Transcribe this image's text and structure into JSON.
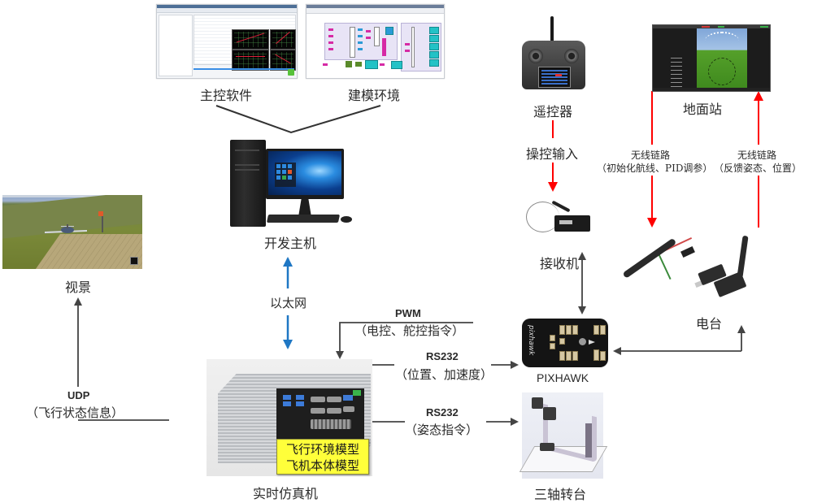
{
  "diagram": {
    "title": "Hardware-in-the-loop simulation system architecture",
    "nodes": {
      "main_software": {
        "label": "主控软件",
        "icon": "software-screenshot"
      },
      "modeling_env": {
        "label": "建模环境",
        "icon": "simulink-model-screenshot"
      },
      "dev_host": {
        "label": "开发主机",
        "icon": "desktop-pc"
      },
      "visual_scene": {
        "label": "视景",
        "icon": "flight-scene"
      },
      "rt_simulator": {
        "label": "实时仿真机",
        "icon": "industrial-pc",
        "models": [
          "飞行环境模型",
          "飞机本体模型"
        ]
      },
      "rc_transmitter": {
        "label": "遥控器",
        "icon": "rc-transmitter"
      },
      "receiver": {
        "label": "接收机",
        "icon": "rc-receiver"
      },
      "pixhawk": {
        "label": "PIXHAWK",
        "icon": "flight-controller",
        "board_text": "pixhawk"
      },
      "ground_station": {
        "label": "地面站",
        "icon": "gcs-screenshot"
      },
      "radio": {
        "label": "电台",
        "icon": "telemetry-radio"
      },
      "turntable": {
        "label": "三轴转台",
        "icon": "three-axis-turntable"
      }
    },
    "links": {
      "ethernet": {
        "label": "以太网",
        "color": "#1f77c4",
        "direction": "bidirectional"
      },
      "udp": {
        "protocol": "UDP",
        "label": "（飞行状态信息）",
        "color": "#555555"
      },
      "pwm": {
        "protocol": "PWM",
        "label": "（电控、舵控指令）",
        "color": "#555555"
      },
      "rs232_pos": {
        "protocol": "RS232",
        "label": "（位置、加速度）",
        "color": "#555555"
      },
      "rs232_att": {
        "protocol": "RS232",
        "label": "（姿态指令）",
        "color": "#555555"
      },
      "rc_input": {
        "label": "操控输入",
        "color": "#ff0000"
      },
      "wireless_up": {
        "title": "无线链路",
        "label": "（初始化航线、PID调参）",
        "color": "#ff0000"
      },
      "wireless_down": {
        "title": "无线链路",
        "label": "（反馈姿态、位置）",
        "color": "#ff0000"
      },
      "rx_pixhawk": {
        "color": "#555555",
        "direction": "bidirectional"
      },
      "pixhawk_radio": {
        "color": "#555555",
        "direction": "bidirectional"
      }
    }
  }
}
